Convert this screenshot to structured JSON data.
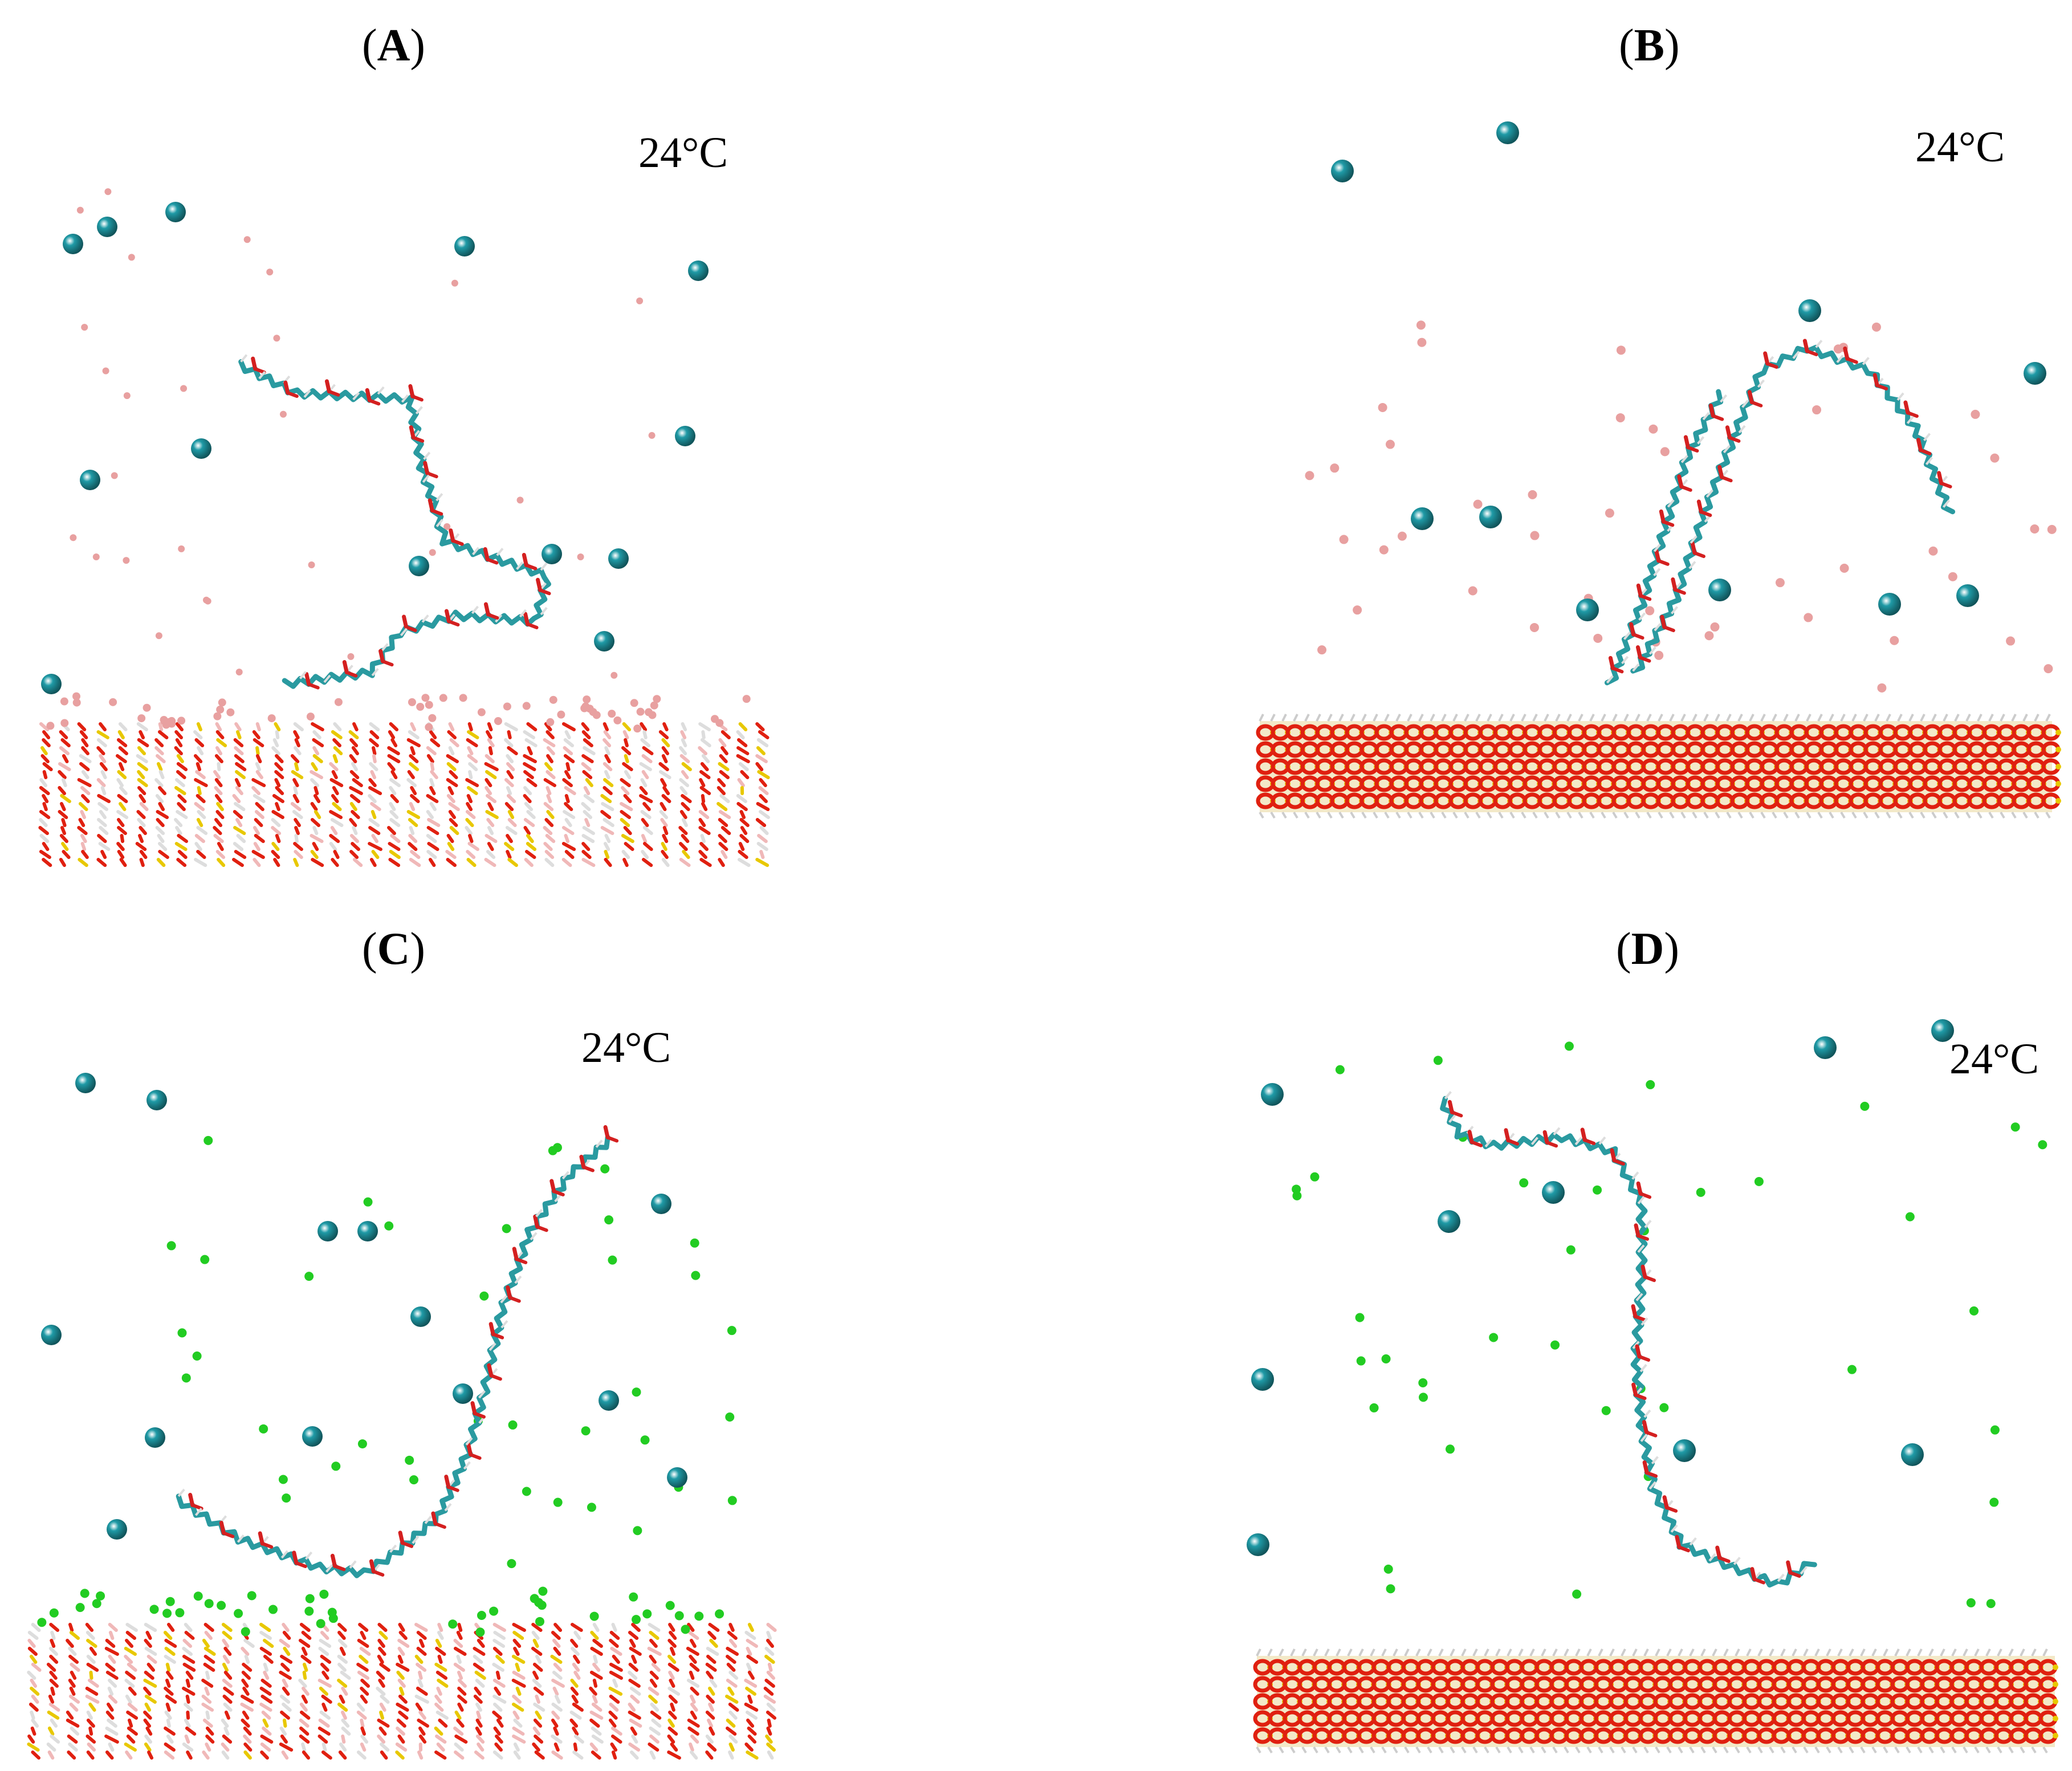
{
  "colors": {
    "sodium_ion": "#1f9aa6",
    "water_h": "#e8a0a0",
    "chloride_ion": "#22cc22",
    "chain_carbon": "#2a9aa0",
    "chain_oxygen": "#d42020",
    "surface_si": "#e8c800",
    "surface_o": "#e02010"
  },
  "panels": [
    {
      "id": "A",
      "label_open": "(",
      "label_letter": "A",
      "label_close": ")",
      "temperature": "24°C"
    },
    {
      "id": "B",
      "label_open": "(",
      "label_letter": "B",
      "label_close": ")",
      "temperature": "24°C"
    },
    {
      "id": "C",
      "label_open": "(",
      "label_letter": "C",
      "label_close": ")",
      "temperature": "24°C"
    },
    {
      "id": "D",
      "label_open": "(",
      "label_letter": "D",
      "label_close": ")",
      "temperature": "24°C"
    }
  ]
}
